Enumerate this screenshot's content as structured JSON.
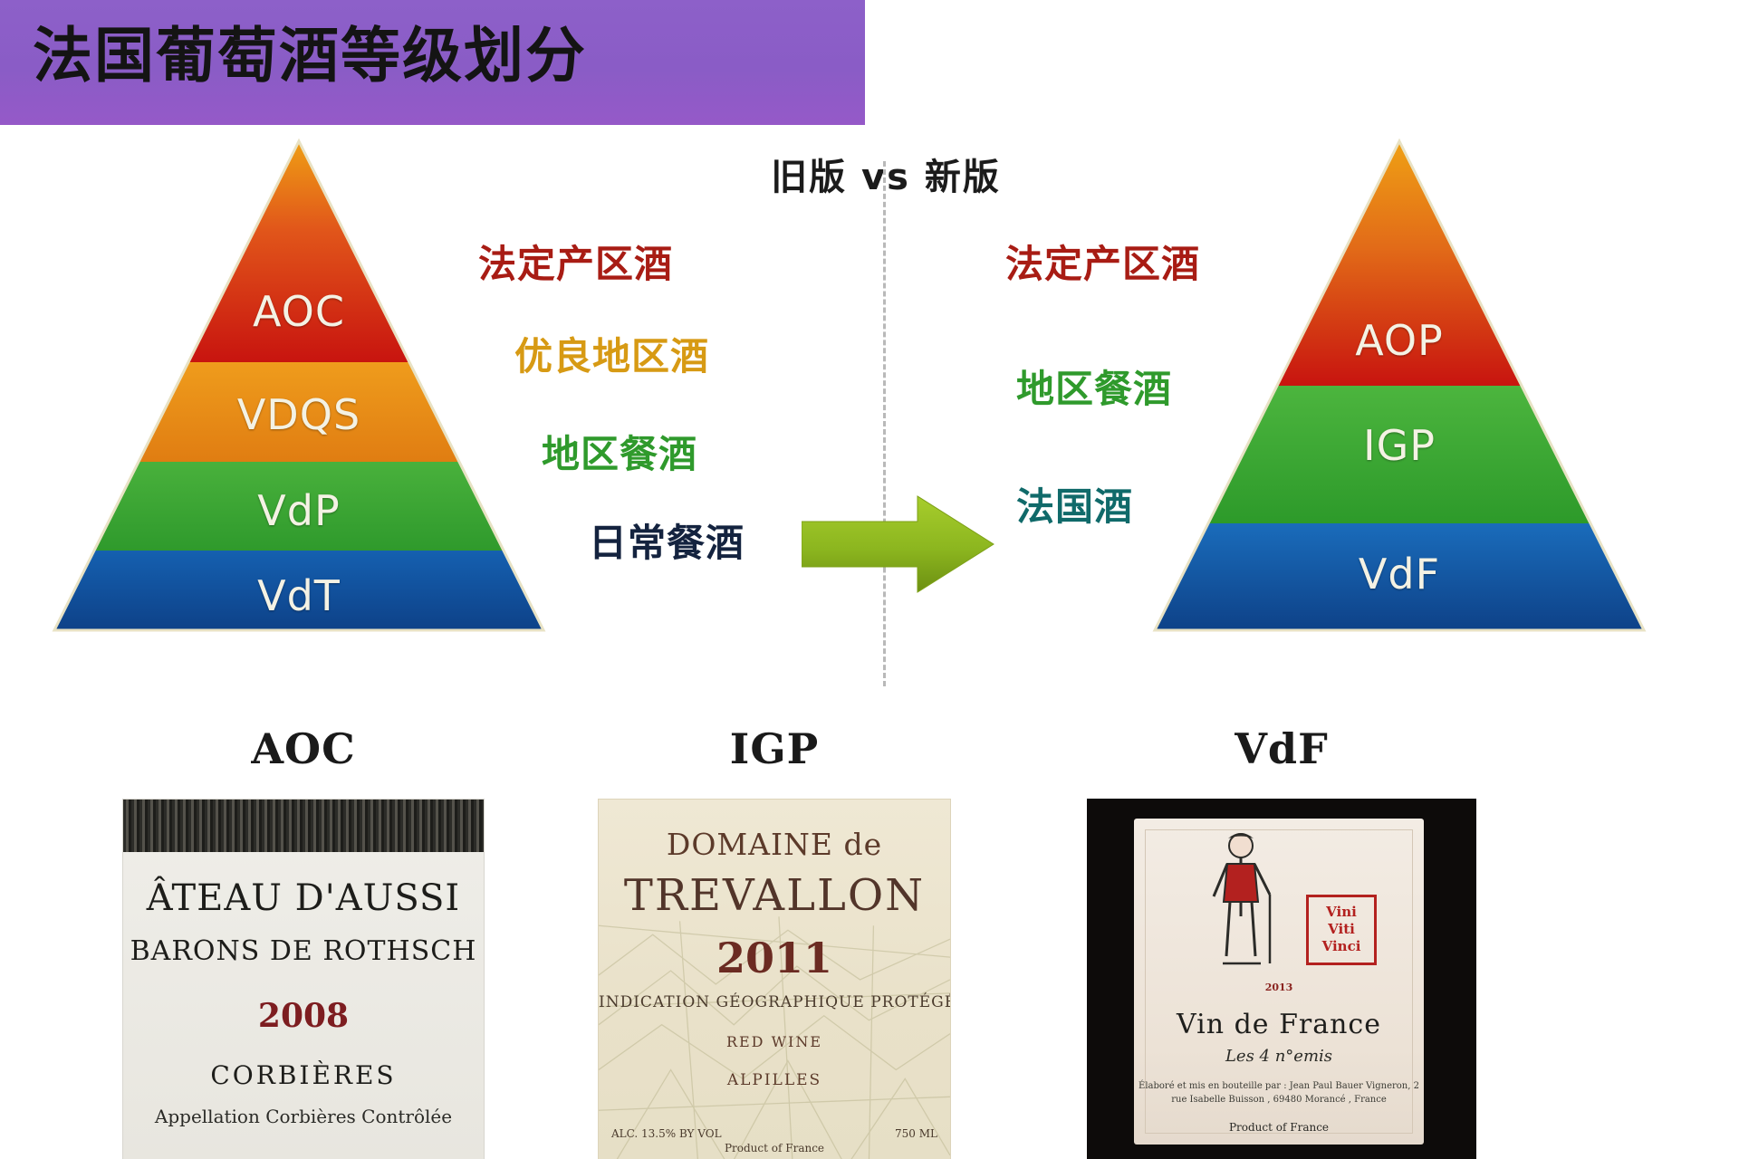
{
  "header": {
    "title": "法国葡萄酒等级划分",
    "background": "#8a5cc6",
    "text_color": "#141414"
  },
  "diagram": {
    "vs_title": "旧版 vs 新版",
    "arrow_name": "transition-arrow",
    "arrow_color": "#8fb822",
    "divider_color": "#b9b9b9",
    "old_system": {
      "name": "旧版",
      "tiers": [
        {
          "code": "AOC",
          "color": "#cf1b16",
          "text_color": "#f6f0dd"
        },
        {
          "code": "VDQS",
          "color": "#e58a18",
          "text_color": "#fdf0c4"
        },
        {
          "code": "VdP",
          "color": "#3faa34",
          "text_color": "#eafbe6"
        },
        {
          "code": "VdT",
          "color": "#13529e",
          "text_color": "#eef4fd"
        }
      ],
      "labels": [
        {
          "text": "法定产区酒",
          "color": "#a81c14"
        },
        {
          "text": "优良地区酒",
          "color": "#d79a14"
        },
        {
          "text": "地区餐酒",
          "color": "#2f9a2c"
        },
        {
          "text": "日常餐酒",
          "color": "#14233f"
        }
      ]
    },
    "new_system": {
      "name": "新版",
      "tiers": [
        {
          "code": "AOP",
          "color": "#cf1b16",
          "text_color": "#f6f0dd"
        },
        {
          "code": "IGP",
          "color": "#3faa34",
          "text_color": "#eafbe6"
        },
        {
          "code": "VdF",
          "color": "#13529e",
          "text_color": "#eef4fd"
        }
      ],
      "labels": [
        {
          "text": "法定产区酒",
          "color": "#a81c14"
        },
        {
          "text": "地区餐酒",
          "color": "#2f9a2c"
        },
        {
          "text": "法国酒",
          "color": "#106a6a"
        }
      ]
    }
  },
  "bottles": [
    {
      "caption": "AOC",
      "label_lines": {
        "line1": "ÂTEAU D'AUSSI",
        "line2": "BARONS DE ROTHSCH",
        "vintage": "2008",
        "appellation": "CORBIÈRES",
        "footer": "Appellation Corbières Contrôlée"
      }
    },
    {
      "caption": "IGP",
      "label_lines": {
        "line1": "DOMAINE de",
        "line2": "TREVALLON",
        "vintage": "2011",
        "protected": "INDICATION GÉOGRAPHIQUE PROTÉGÉE",
        "type": "RED WINE",
        "region": "ALPILLES",
        "abv": "ALC. 13.5% BY VOL",
        "origin": "Product of France",
        "volume": "750 ML"
      }
    },
    {
      "caption": "VdF",
      "label_lines": {
        "vintage": "2013",
        "brand_mark": "Vini\nViti\nVinci",
        "line1": "Vin de France",
        "line2": "Les 4 n°emis",
        "fineprint": "Élaboré et mis en bouteille par : Jean Paul Bauer\nVigneron, 2 rue Isabelle Buisson , 69480 Morancé , France",
        "footer": "Product of France"
      }
    }
  ]
}
